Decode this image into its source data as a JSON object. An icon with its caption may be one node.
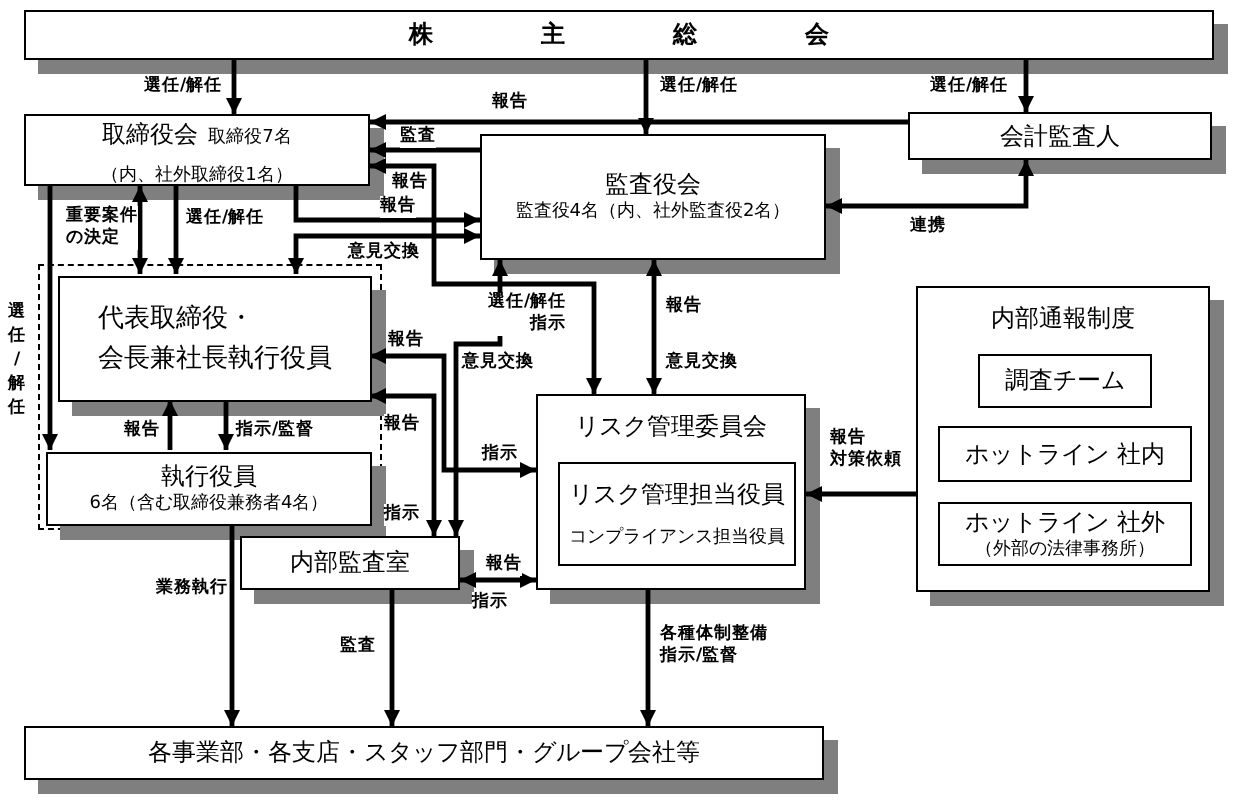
{
  "diagram": {
    "nodes": [
      {
        "text": [
          "株主総会"
        ]
      },
      {
        "text": [
          "取締役会",
          "取締役7名（内、社外取締役1名）"
        ]
      },
      {
        "text": [
          "監査役会",
          "監査役4名（内、社外監査役2名）"
        ]
      },
      {
        "text": [
          "会計監査人"
        ]
      },
      {
        "text": [],
        "shape": "box"
      },
      {
        "text": [
          "代表取締役・会長兼社長執行役員"
        ],
        "in": 4
      },
      {
        "text": [
          "執行役員",
          "6名（含む取締役兼務者4名）"
        ],
        "in": 4
      },
      {
        "text": [
          "内部監査室"
        ]
      },
      {
        "text": [
          "リスク管理委員会"
        ]
      },
      {
        "text": [
          "リスク管理担当役員",
          "コンプライアンス担当役員"
        ],
        "in": 8
      },
      {
        "text": [
          "内部通報制度"
        ]
      },
      {
        "text": [
          "調査チーム"
        ],
        "in": 10
      },
      {
        "text": [
          "ホットライン 社内"
        ],
        "in": 10
      },
      {
        "text": [
          "ホットライン 社外",
          "（外部の法律事務所）"
        ],
        "in": 10
      },
      {
        "text": [
          "各事業部・各支店・スタッフ部門・グループ会社等"
        ]
      }
    ],
    "edges": [
      {
        "from": 0,
        "to": 1,
        "arrow": "to",
        "label": "選任/解任"
      },
      {
        "from": 0,
        "to": 2,
        "arrow": "to",
        "label": "選任/解任"
      },
      {
        "from": 0,
        "to": 3,
        "arrow": "to",
        "label": "選任/解任"
      },
      {
        "from": 3,
        "to": 1,
        "arrow": "to",
        "label": "報告"
      },
      {
        "from": 2,
        "to": 1,
        "arrow": "to",
        "label": "監査"
      },
      {
        "from": 1,
        "to": 8,
        "arrow": "both",
        "label": "選任/解任指示"
      },
      {
        "from": 1,
        "to": 2,
        "arrow": "to",
        "label": "報告"
      },
      {
        "from": 5,
        "to": 2,
        "arrow": "both",
        "label": "意見交換"
      },
      {
        "from": 1,
        "to": 5,
        "arrow": "both",
        "label": "重要案件の決定"
      },
      {
        "from": 1,
        "to": 5,
        "arrow": "to",
        "label": "選任/解任"
      },
      {
        "from": 1,
        "to": 6,
        "arrow": "to",
        "label": "選任/解任"
      },
      {
        "from": 6,
        "to": 5,
        "arrow": "to",
        "label": "報告"
      },
      {
        "from": 5,
        "to": 6,
        "arrow": "to",
        "label": "指示/監督"
      },
      {
        "from": 5,
        "to": 8,
        "arrow": "both",
        "label": "報告"
      },
      {
        "from": 5,
        "to": 7,
        "arrow": "both",
        "label": "報告"
      },
      {
        "from": 2,
        "to": 7,
        "arrow": "both",
        "label": "意見交換"
      },
      {
        "from": 2,
        "to": 8,
        "arrow": "both",
        "label": "報告"
      },
      {
        "from": 3,
        "to": 2,
        "arrow": "both",
        "label": "連携"
      },
      {
        "from": 7,
        "to": 8,
        "arrow": "both",
        "label": "報告"
      },
      {
        "from": 10,
        "to": 8,
        "arrow": "to",
        "label": "報告対策依頼"
      },
      {
        "from": 6,
        "to": 14,
        "arrow": "to",
        "label": "業務執行"
      },
      {
        "from": 7,
        "to": 14,
        "arrow": "to",
        "label": "監査"
      },
      {
        "from": 8,
        "to": 14,
        "arrow": "to",
        "label": "各種体制整備指示/監督"
      }
    ],
    "labels": [
      "報告",
      "指示",
      "指示",
      "意見交換",
      "指示"
    ]
  }
}
